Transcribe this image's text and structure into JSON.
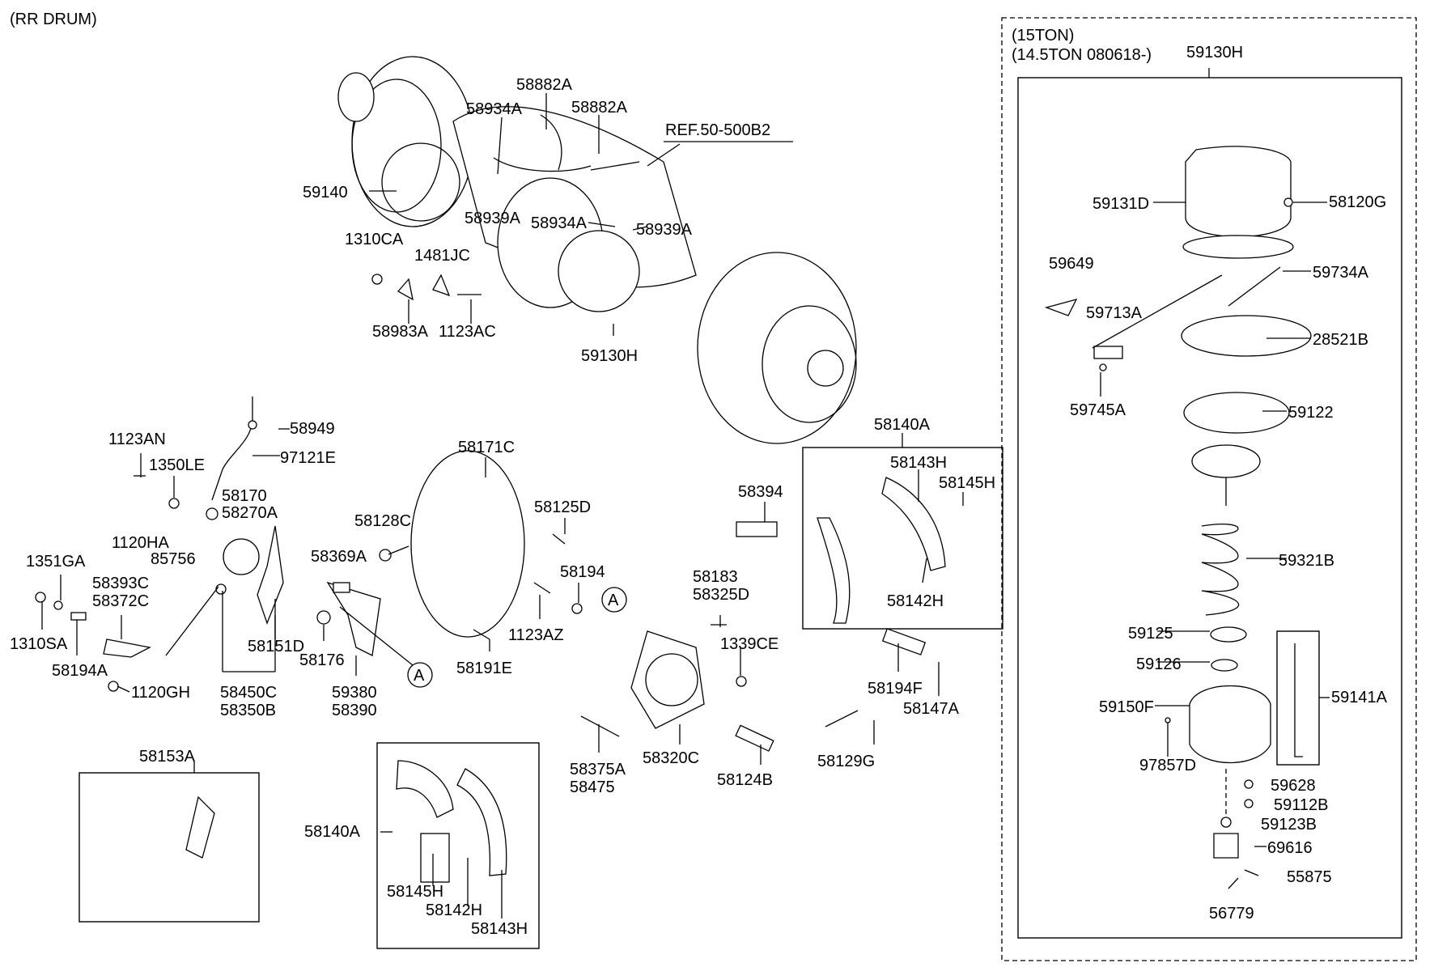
{
  "header": {
    "title": "(RR DRUM)"
  },
  "inset": {
    "line1": "(15TON)",
    "line2": "(14.5TON 080618-)"
  },
  "labels": {
    "l58882A_1": "58882A",
    "l58882A_2": "58882A",
    "l58934A_1": "58934A",
    "l58934A_2": "58934A",
    "lREF": "REF.50-500B2",
    "l59140": "59140",
    "l58939A_1": "58939A",
    "l58939A_2": "58939A",
    "l1310CA": "1310CA",
    "l1481JC": "1481JC",
    "l58983A": "58983A",
    "l1123AC": "1123AC",
    "l59130H_1": "59130H",
    "l58949": "58949",
    "l97121E": "97121E",
    "l1123AN": "1123AN",
    "l1350LE": "1350LE",
    "l58170": "58170",
    "l58270A": "58270A",
    "l1120HA": "1120HA",
    "l85756": "85756",
    "l1351GA": "1351GA",
    "l58393C": "58393C",
    "l58372C": "58372C",
    "l1310SA": "1310SA",
    "l58194A": "58194A",
    "l1120GH": "1120GH",
    "l58151D": "58151D",
    "l58450C": "58450C",
    "l58350B": "58350B",
    "l58176": "58176",
    "l58369A": "58369A",
    "l58128C": "58128C",
    "l59380": "59380",
    "l58390": "58390",
    "lA_1": "A",
    "l58171C": "58171C",
    "l58125D": "58125D",
    "l58194": "58194",
    "l1123AZ": "1123AZ",
    "l58191E": "58191E",
    "lA_2": "A",
    "l58183": "58183",
    "l58325D": "58325D",
    "l1339CE": "1339CE",
    "l58375A": "58375A",
    "l58475": "58475",
    "l58320C": "58320C",
    "l58124B": "58124B",
    "l58394": "58394",
    "l58140A_1": "58140A",
    "l58143H_1": "58143H",
    "l58145H_1": "58145H",
    "l58142H_1": "58142H",
    "l58194F": "58194F",
    "l58147A": "58147A",
    "l58129G": "58129G",
    "l58153A": "58153A",
    "l58140A_2": "58140A",
    "l58145H_2": "58145H",
    "l58142H_2": "58142H",
    "l58143H_2": "58143H",
    "l59130H_2": "59130H",
    "l59131D": "59131D",
    "l58120G": "58120G",
    "l59649": "59649",
    "l59734A": "59734A",
    "l59713A": "59713A",
    "l28521B": "28521B",
    "l59745A": "59745A",
    "l59122": "59122",
    "l59321B": "59321B",
    "l59125": "59125",
    "l59126": "59126",
    "l59150F": "59150F",
    "l59141A": "59141A",
    "l97857D": "97857D",
    "l59628": "59628",
    "l59112B": "59112B",
    "l59123B": "59123B",
    "l69616": "69616",
    "l55875": "55875",
    "l56779": "56779"
  }
}
